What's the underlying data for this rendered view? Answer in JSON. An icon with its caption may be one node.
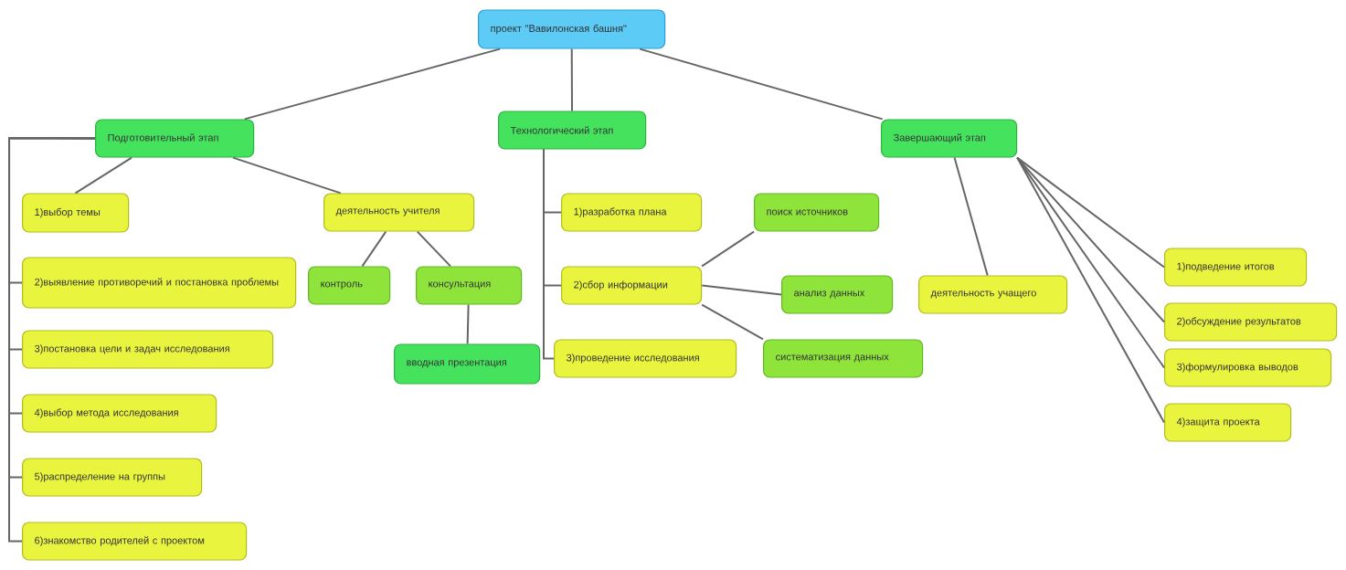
{
  "diagram": {
    "nodes": [
      {
        "text": [
          "проект \"Вавилонская башня\""
        ]
      },
      {
        "text": [
          "Подготовительный этап"
        ]
      },
      {
        "text": [
          "Технологический этап"
        ]
      },
      {
        "text": [
          "Завершающий этап"
        ]
      },
      {
        "text": [
          "1)выбор темы"
        ]
      },
      {
        "text": [
          "2)выявление противоречий и постановка проблемы"
        ]
      },
      {
        "text": [
          "3)постановка цели и задач исследования"
        ]
      },
      {
        "text": [
          "4)выбор метода исследования"
        ]
      },
      {
        "text": [
          "5)распределение на группы"
        ]
      },
      {
        "text": [
          "6)знакомство родителей с проектом"
        ]
      },
      {
        "text": [
          "деятельность учителя"
        ]
      },
      {
        "text": [
          "контроль"
        ]
      },
      {
        "text": [
          "консультация"
        ]
      },
      {
        "text": [
          "вводная презентация"
        ]
      },
      {
        "text": [
          "1)разработка плана"
        ]
      },
      {
        "text": [
          "2)сбор информации"
        ]
      },
      {
        "text": [
          "3)проведение исследования"
        ]
      },
      {
        "text": [
          "поиск источников"
        ]
      },
      {
        "text": [
          "анализ данных"
        ]
      },
      {
        "text": [
          "систематизация данных"
        ]
      },
      {
        "text": [
          "деятельность учащего"
        ]
      },
      {
        "text": [
          "1)подведение итогов"
        ]
      },
      {
        "text": [
          "2)обсуждение результатов"
        ]
      },
      {
        "text": [
          "3)формулировка выводов"
        ]
      },
      {
        "text": [
          "4)защита проекта"
        ]
      }
    ],
    "edges": [
      {
        "from": 0,
        "to": 1,
        "arrow": "none"
      },
      {
        "from": 0,
        "to": 2,
        "arrow": "none"
      },
      {
        "from": 0,
        "to": 3,
        "arrow": "none"
      },
      {
        "from": 1,
        "to": 4,
        "arrow": "none"
      },
      {
        "from": 1,
        "to": 5,
        "arrow": "none"
      },
      {
        "from": 1,
        "to": 6,
        "arrow": "none"
      },
      {
        "from": 1,
        "to": 7,
        "arrow": "none"
      },
      {
        "from": 1,
        "to": 8,
        "arrow": "none"
      },
      {
        "from": 1,
        "to": 9,
        "arrow": "none"
      },
      {
        "from": 1,
        "to": 10,
        "arrow": "none"
      },
      {
        "from": 10,
        "to": 11,
        "arrow": "none"
      },
      {
        "from": 10,
        "to": 12,
        "arrow": "none"
      },
      {
        "from": 12,
        "to": 13,
        "arrow": "none"
      },
      {
        "from": 2,
        "to": 14,
        "arrow": "none"
      },
      {
        "from": 2,
        "to": 15,
        "arrow": "none"
      },
      {
        "from": 2,
        "to": 16,
        "arrow": "none"
      },
      {
        "from": 15,
        "to": 17,
        "arrow": "none"
      },
      {
        "from": 15,
        "to": 18,
        "arrow": "none"
      },
      {
        "from": 15,
        "to": 19,
        "arrow": "none"
      },
      {
        "from": 3,
        "to": 20,
        "arrow": "none"
      },
      {
        "from": 3,
        "to": 21,
        "arrow": "none"
      },
      {
        "from": 3,
        "to": 22,
        "arrow": "none"
      },
      {
        "from": 3,
        "to": 23,
        "arrow": "none"
      },
      {
        "from": 3,
        "to": 24,
        "arrow": "none"
      }
    ]
  }
}
